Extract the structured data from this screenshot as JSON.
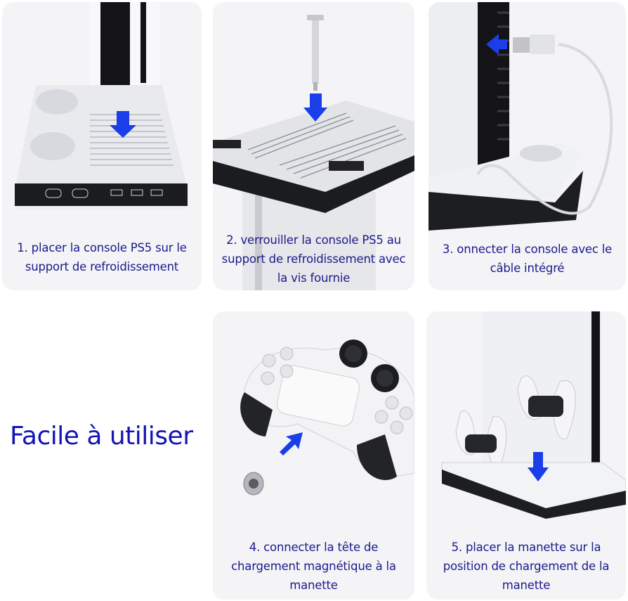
{
  "headline": "Facile à utiliser",
  "colors": {
    "caption_text": "#1c1a8c",
    "headline_text": "#1414b4",
    "arrow": "#1a3ee8",
    "panel_bg": "#f4f4f6"
  },
  "steps": [
    {
      "number": 1,
      "lines": [
        "1. placer la console PS5 sur le",
        "support de refroidissement"
      ],
      "image": "ps5-on-cooling-stand-arrow-down"
    },
    {
      "number": 2,
      "lines": [
        "2. verrouiller la console PS5 au",
        "support de refroidissement avec",
        "la vis fournie"
      ],
      "image": "screw-into-stand-base"
    },
    {
      "number": 3,
      "lines": [
        "3. onnecter la console avec le",
        "câble intégré"
      ],
      "image": "usb-cable-into-console"
    },
    {
      "number": 4,
      "lines": [
        "4. connecter la tête de",
        "chargement magnétique à la",
        "manette"
      ],
      "image": "magnetic-tip-into-controller"
    },
    {
      "number": 5,
      "lines": [
        "5. placer la manette sur la",
        "position de chargement de la",
        "manette"
      ],
      "image": "controllers-on-charging-dock"
    }
  ]
}
